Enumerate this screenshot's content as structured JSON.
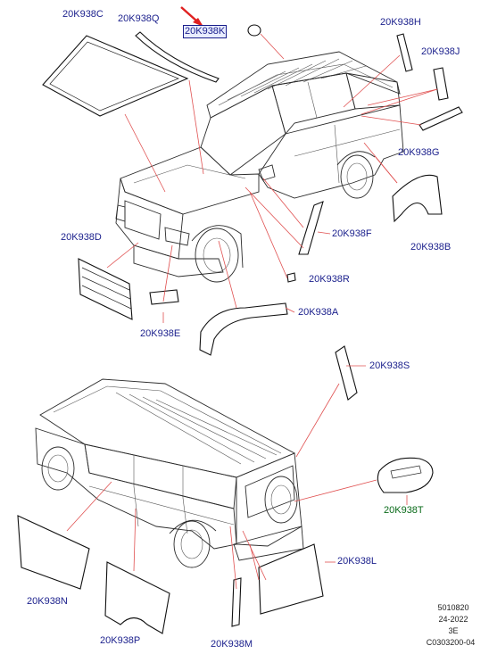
{
  "labels": {
    "c": "20K938C",
    "q": "20K938Q",
    "k": "20K938K",
    "h": "20K938H",
    "j": "20K938J",
    "g": "20K938G",
    "f": "20K938F",
    "b": "20K938B",
    "d": "20K938D",
    "r": "20K938R",
    "a": "20K938A",
    "e": "20K938E",
    "s": "20K938S",
    "t": "20K938T",
    "l": "20K938L",
    "n": "20K938N",
    "p": "20K938P",
    "m": "20K938M"
  },
  "reference": {
    "line1": "5010820",
    "line2": "24-2022",
    "line3": "3E",
    "line4": "C0303200-04"
  },
  "colors": {
    "label": "#1a1f8c",
    "label_alt": "#0a6b1a",
    "leader": "#e05050",
    "pointer_arrow": "#e02020"
  }
}
